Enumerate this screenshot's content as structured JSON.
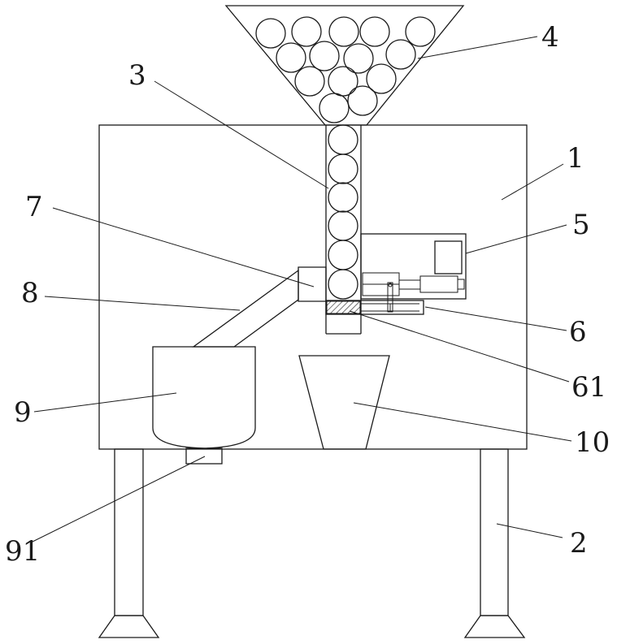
{
  "labels": {
    "l1": "1",
    "l2": "2",
    "l3": "3",
    "l4": "4",
    "l5": "5",
    "l6": "6",
    "l61": "61",
    "l7": "7",
    "l8": "8",
    "l9": "9",
    "l91": "91",
    "l10": "10"
  },
  "colors": {
    "line": "#1a1a1a",
    "background": "#ffffff"
  }
}
